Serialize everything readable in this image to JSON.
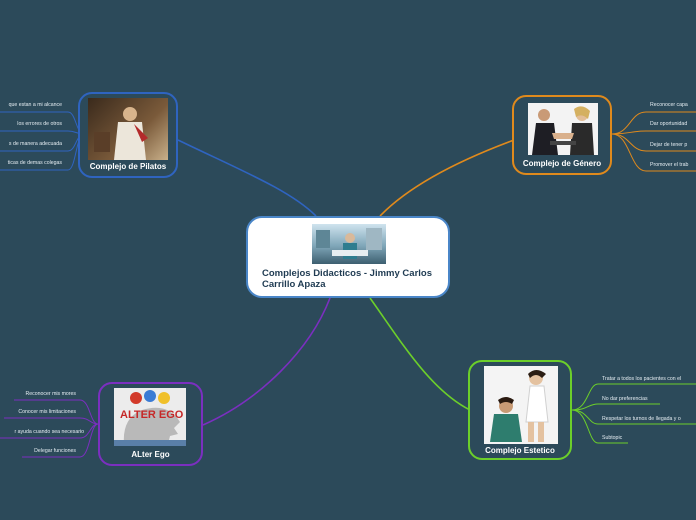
{
  "central": {
    "title": "Complejos Didacticos - Jimmy Carlos Carrillo Apaza"
  },
  "colors": {
    "background": "#2c4a5a",
    "pilatos": "#2f64c0",
    "genero": "#e08a1c",
    "alterego": "#7b2fc0",
    "estetico": "#6ccf2a",
    "central_border": "#4a86c8"
  },
  "branches": {
    "pilatos": {
      "label": "Complejo de Pilatos",
      "items": [
        "que estan a mi alcance",
        "los errores de otros",
        "s de manera adecuada",
        "ticas de demas colegas"
      ]
    },
    "genero": {
      "label": "Complejo de Género",
      "items": [
        "Reconocer capa",
        "Dar oportunidad",
        "Dejar de tener p",
        "Promover el trab"
      ]
    },
    "alterego": {
      "label": "ALter Ego",
      "items": [
        "Reconocer mis mores",
        "Conocer mis limitaciones",
        "r ayuda cuando sea necesario",
        "Delegar funciones"
      ]
    },
    "estetico": {
      "label": "Complejo Estetico",
      "items": [
        "Tratar a todos los pacientes con el",
        "No dar preferencias",
        "Respetar los turnos de llegada y o",
        "Subtopic"
      ]
    }
  }
}
